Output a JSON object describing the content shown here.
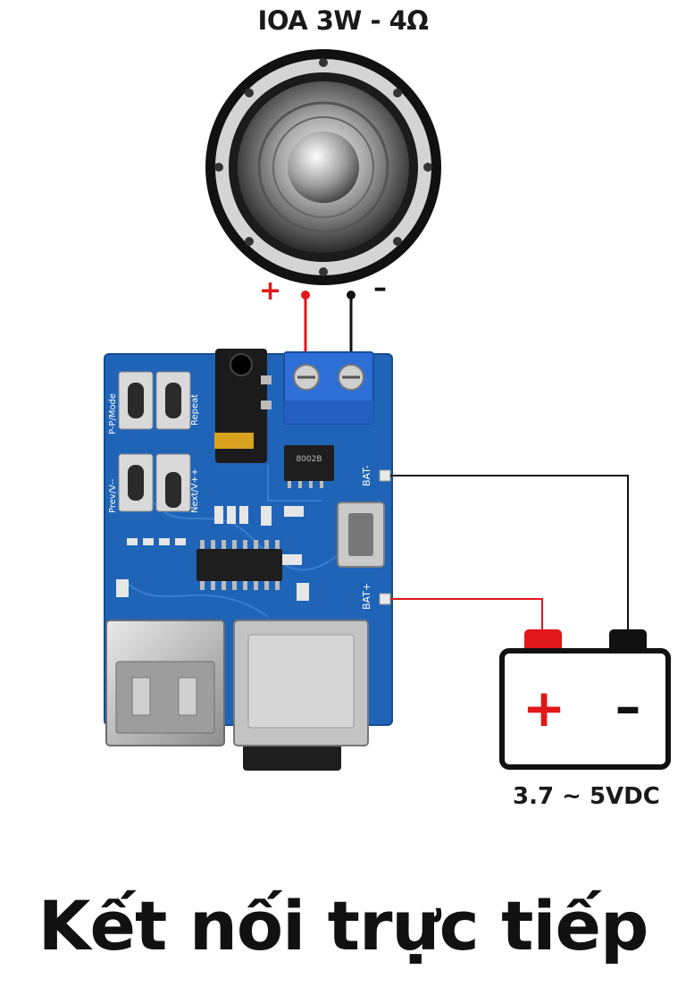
{
  "speaker": {
    "label": "IOA 3W - 4Ω"
  },
  "speaker_terminals": {
    "plus": "+",
    "minus": "–"
  },
  "pcb": {
    "pad_bat_minus": "BAT-",
    "pad_bat_plus": "BAT+",
    "buttons": [
      "P-P/Mode",
      "Repeat",
      "Prev/V--",
      "Next/V++"
    ],
    "amp_chip": "8002B"
  },
  "battery": {
    "plus_symbol": "+",
    "minus_symbol": "–",
    "voltage": "3.7 ~ 5VDC"
  },
  "caption": "Kết nối trực tiếp",
  "colors": {
    "wire_positive": "#e0181b",
    "wire_negative": "#111111",
    "pcb": "#1f64b7",
    "terminal_block": "#2d6fd6"
  }
}
